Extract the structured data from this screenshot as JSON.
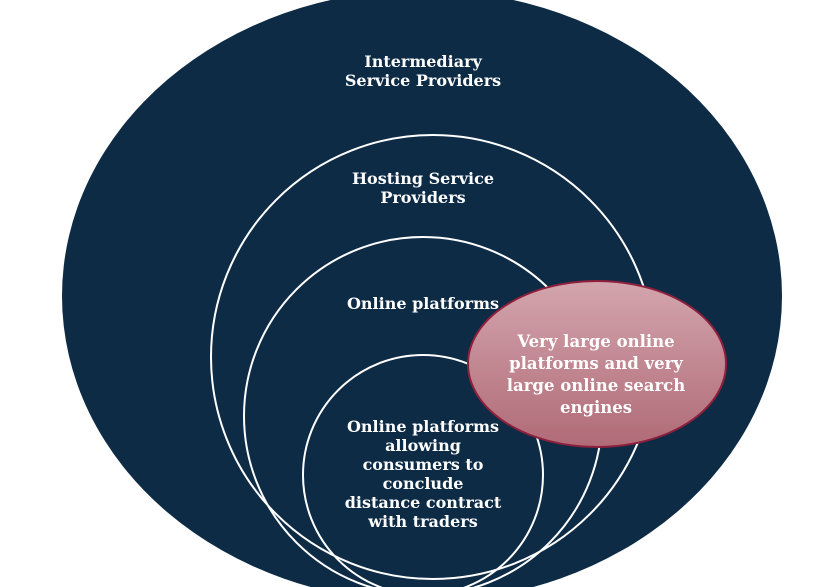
{
  "colors": {
    "outer_fill": "#0e2b46",
    "ring_stroke": "#ffffff",
    "highlight_fill_top": "#d3a5ad",
    "highlight_fill_bottom": "#b06b77",
    "highlight_stroke": "#8e1f3d"
  },
  "layers": [
    {
      "id": "intermediary",
      "label": "Intermediary\nService Providers"
    },
    {
      "id": "hosting",
      "label": "Hosting Service\nProviders"
    },
    {
      "id": "online-platforms",
      "label": "Online platforms"
    },
    {
      "id": "b2c-platforms",
      "label": "Online platforms\nallowing\nconsumers to\nconclude\ndistance contract\nwith traders"
    }
  ],
  "highlight": {
    "label": "Very large online\nplatforms and very\nlarge online search\nengines"
  }
}
